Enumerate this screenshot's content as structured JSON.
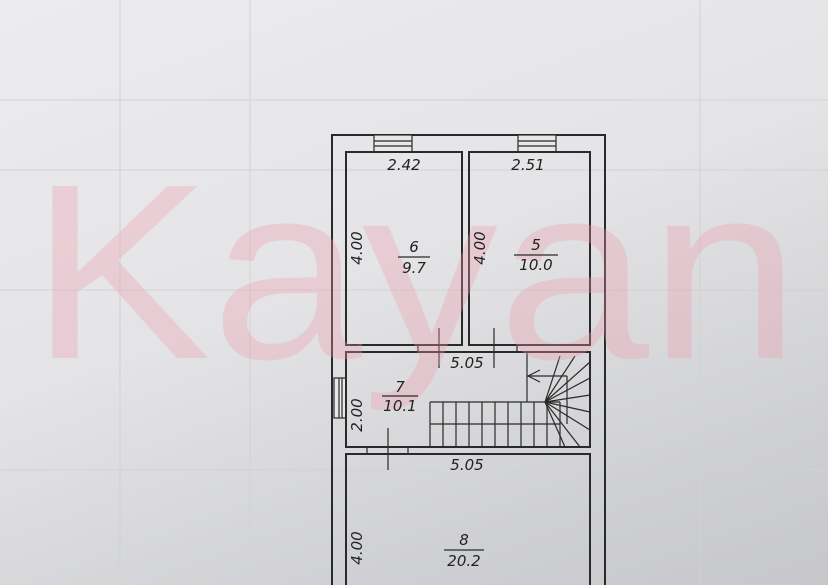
{
  "watermark": "Kayan",
  "rooms": [
    {
      "number": "6",
      "area": "9.7",
      "width": "2.42",
      "depth": "4.00"
    },
    {
      "number": "5",
      "area": "10.0",
      "width": "2.51",
      "depth": "4.00"
    },
    {
      "number": "7",
      "area": "10.1",
      "width": "5.05",
      "depth": "2.00"
    },
    {
      "number": "8",
      "area": "20.2",
      "width": "5.05",
      "depth": "4.00"
    }
  ],
  "colors": {
    "watermark": "#f19aac",
    "lines": "#2a2a2a",
    "paper": "#e8e8ea"
  }
}
